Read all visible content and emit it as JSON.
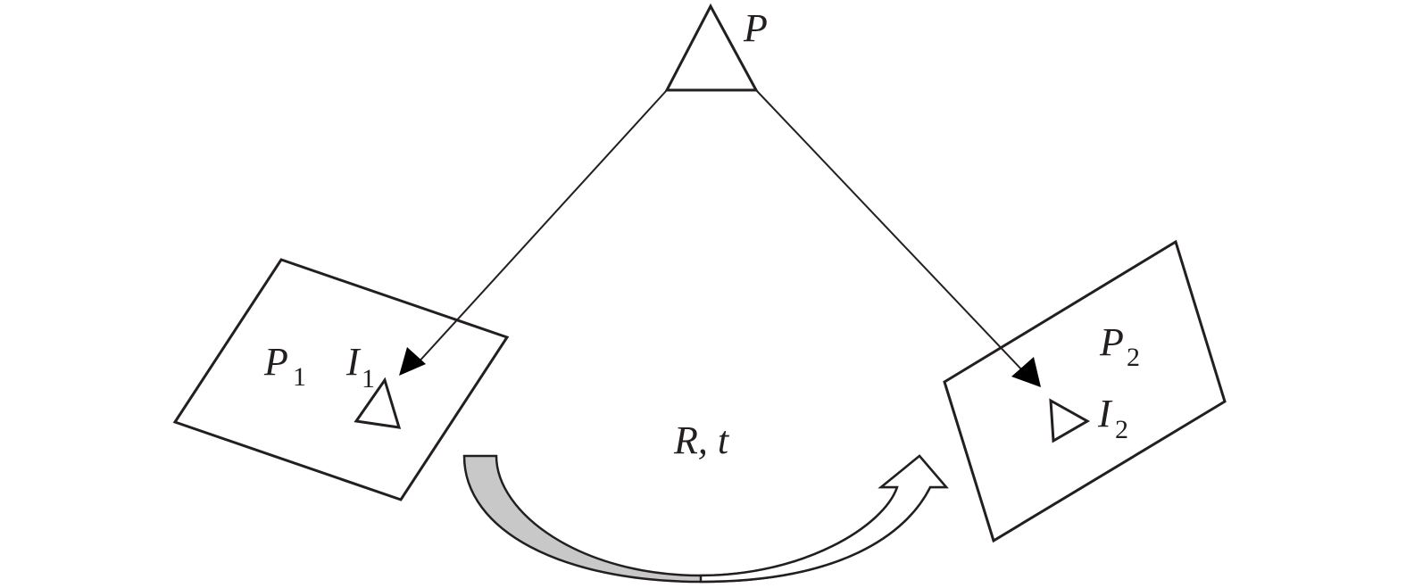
{
  "labels": {
    "point": "P",
    "plane1": "P",
    "plane1_sub": "1",
    "image1": "I",
    "image1_sub": "1",
    "plane2": "P",
    "plane2_sub": "2",
    "image2": "I",
    "image2_sub": "2",
    "transform": "R, t"
  },
  "colors": {
    "stroke": "#231f20",
    "arrow_fill": "#c8c8c8",
    "background": "#ffffff"
  }
}
